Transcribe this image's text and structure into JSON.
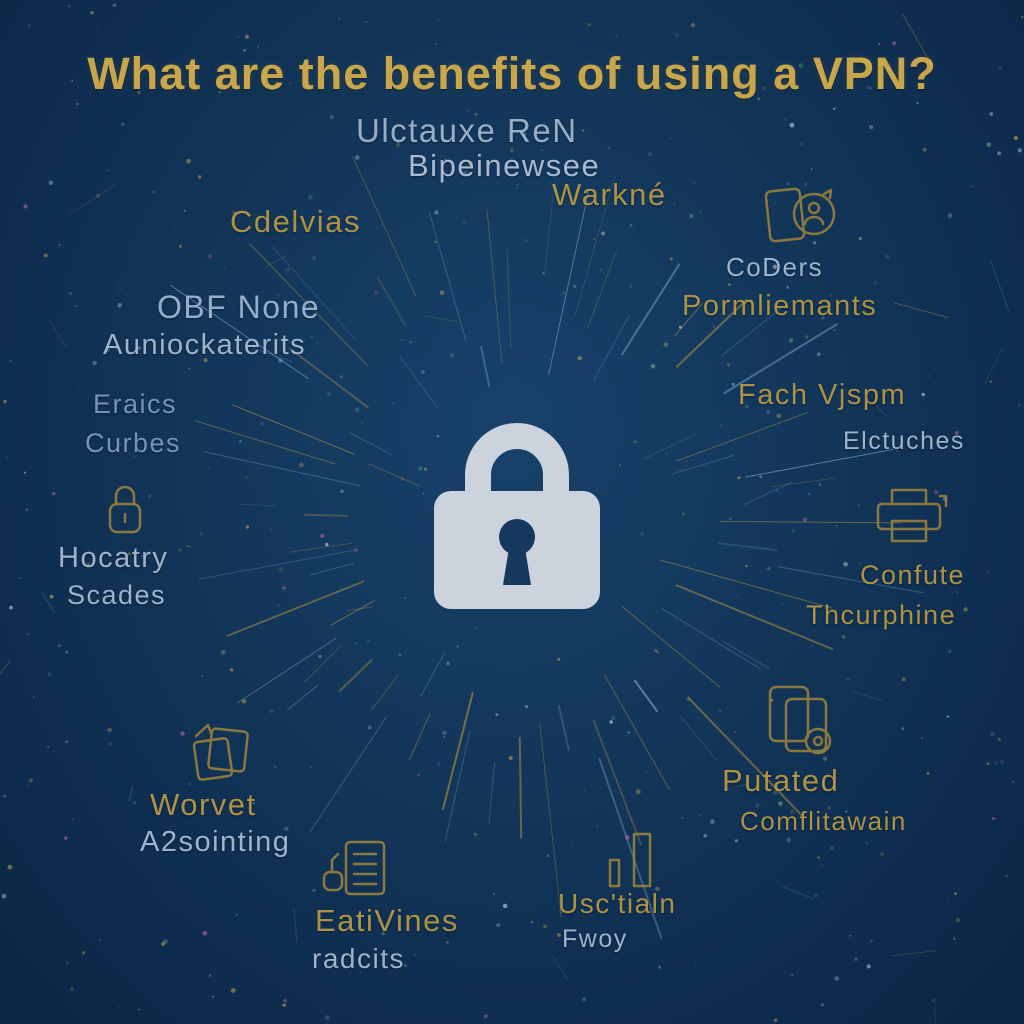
{
  "title": "What are the benefits of using a VPN?",
  "labels": [
    {
      "text": "Ulctauxe ReN"
    },
    {
      "text": "Bipeinewsee"
    },
    {
      "text": "Warkné"
    },
    {
      "text": "Cdelvias"
    },
    {
      "text": "OBF None"
    },
    {
      "text": "Auniockaterits"
    },
    {
      "text": "Eraics"
    },
    {
      "text": "Curbes"
    },
    {
      "text": "CoDers"
    },
    {
      "text": "Pormliemants"
    },
    {
      "text": "Fach Vjspm"
    },
    {
      "text": "Elctuches"
    },
    {
      "text": "Hocatry"
    },
    {
      "text": "Scades"
    },
    {
      "text": "Confute"
    },
    {
      "text": "Thcurphine"
    },
    {
      "text": "Putated"
    },
    {
      "text": "Comflitawain"
    },
    {
      "text": "Worvet"
    },
    {
      "text": "A2sointing"
    },
    {
      "text": "EatiVines"
    },
    {
      "text": "radcits"
    },
    {
      "text": "Usc'tialn"
    },
    {
      "text": "Fwoy"
    }
  ],
  "icons": [
    {
      "name": "padlock-icon"
    },
    {
      "name": "device-sync-icon"
    },
    {
      "name": "printer-icon"
    },
    {
      "name": "documents-badge-icon"
    },
    {
      "name": "small-lock-icon"
    },
    {
      "name": "cards-icon"
    },
    {
      "name": "document-lines-icon"
    },
    {
      "name": "bars-icon"
    }
  ],
  "colors": {
    "background": "#0f3054",
    "title_gold": "#c8a64c",
    "label_gold": "#bb9a44",
    "label_blue": "#a9bfd6",
    "label_steel": "#7e9cbd",
    "lock_fill": "#ccd3dd",
    "keyhole": "#16385e",
    "icon_outline": "#a08539",
    "ray_gold": "#b9973f",
    "ray_blue": "#5d87ad"
  }
}
